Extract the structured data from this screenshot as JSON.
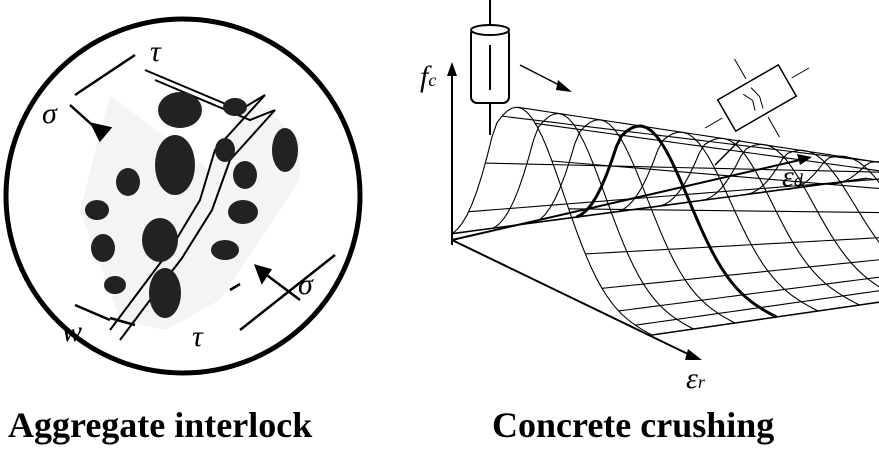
{
  "captions": {
    "left": "Aggregate interlock",
    "right": "Concrete crushing"
  },
  "left_labels": {
    "sigma": "σ",
    "tau": "τ",
    "w": "w"
  },
  "right_labels": {
    "fc_main": "f",
    "fc_sub": "c",
    "ed_main": "ε",
    "ed_sub": "d",
    "er_main": "ε",
    "er_sub": "r"
  }
}
